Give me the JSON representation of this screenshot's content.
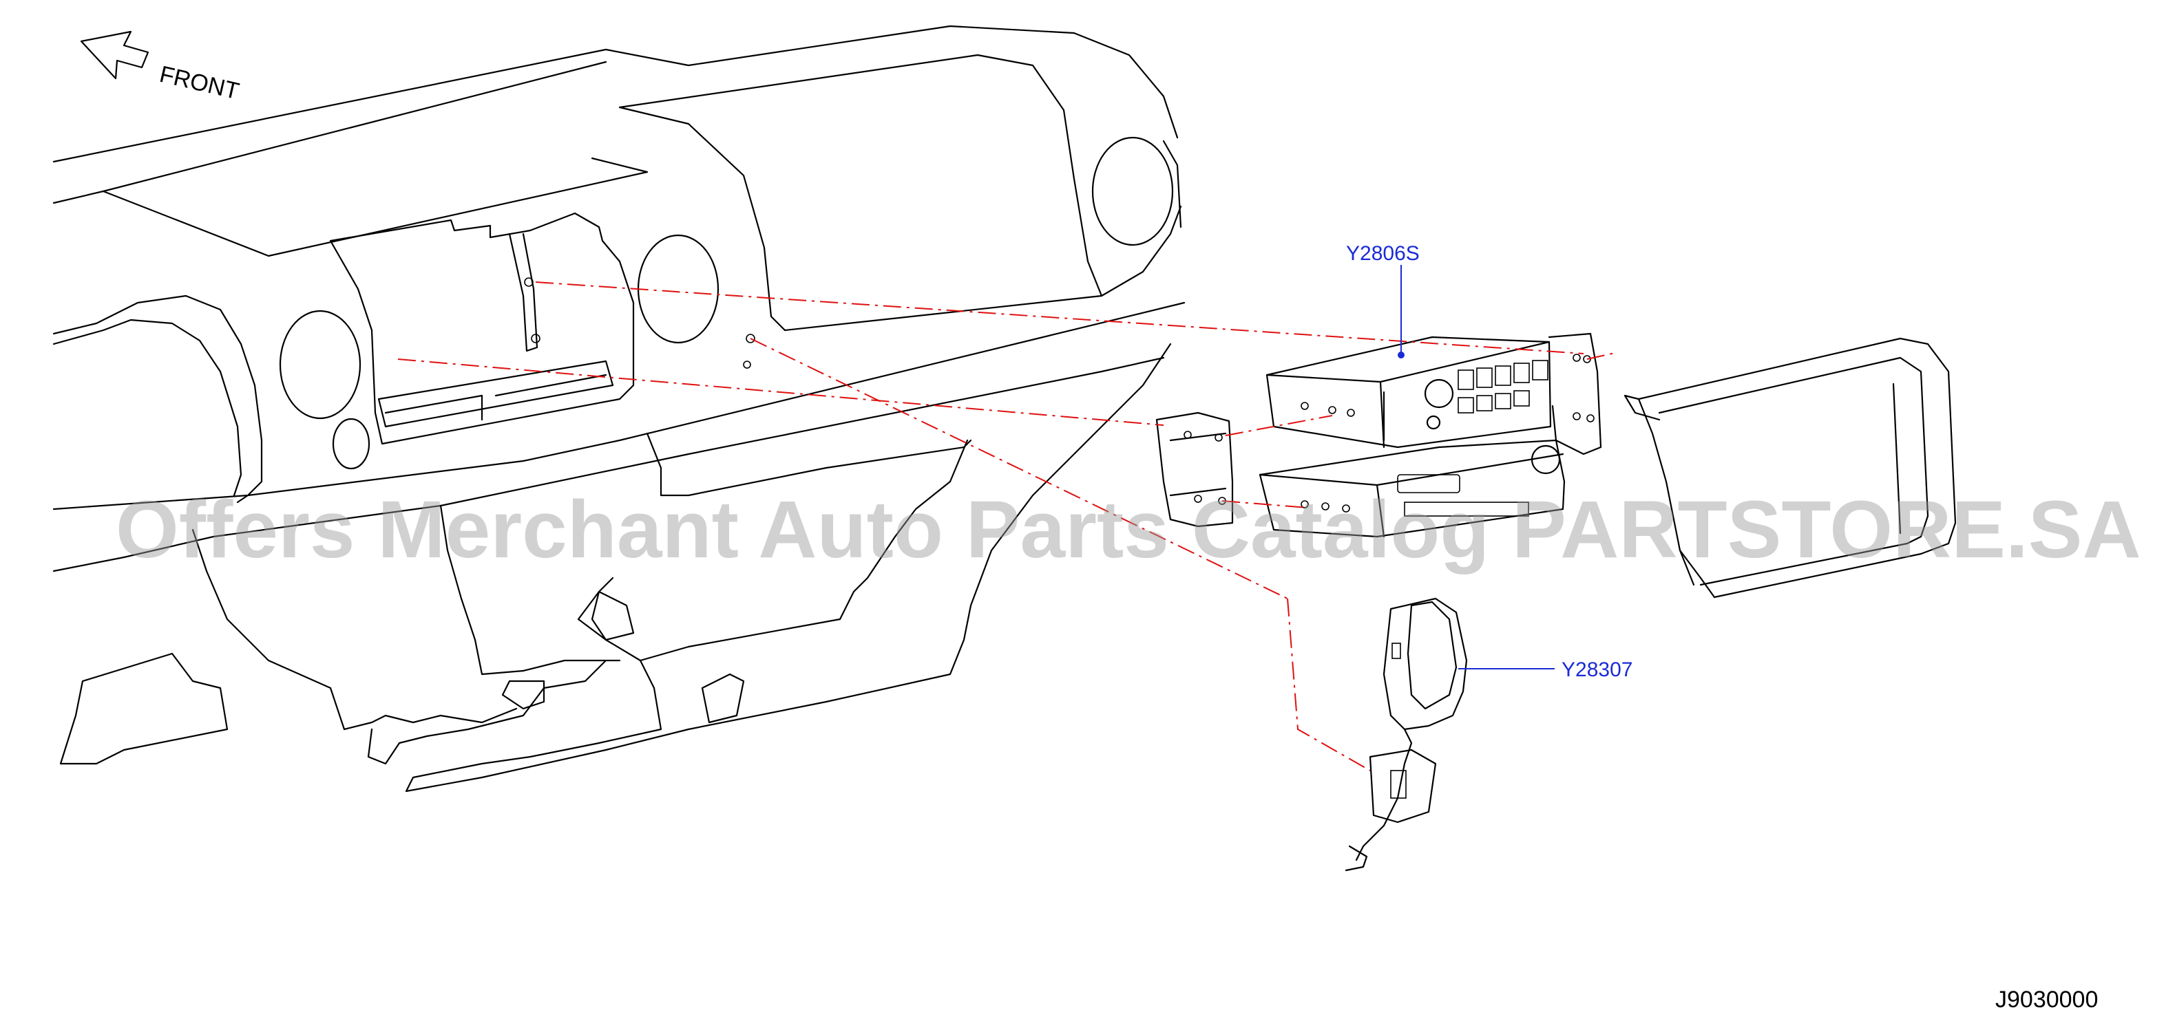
{
  "diagram": {
    "front_label": "FRONT",
    "parts": [
      {
        "id": "Y2806S",
        "label": "Y2806S"
      },
      {
        "id": "Y28307",
        "label": "Y28307"
      }
    ],
    "diagram_code": "J9030000",
    "watermark": "Offers Merchant Auto Parts Catalog PARTSTORE.SA",
    "colors": {
      "callout": "#1a2bd6",
      "leader_dashed": "#e01010",
      "outline": "#000000"
    }
  }
}
